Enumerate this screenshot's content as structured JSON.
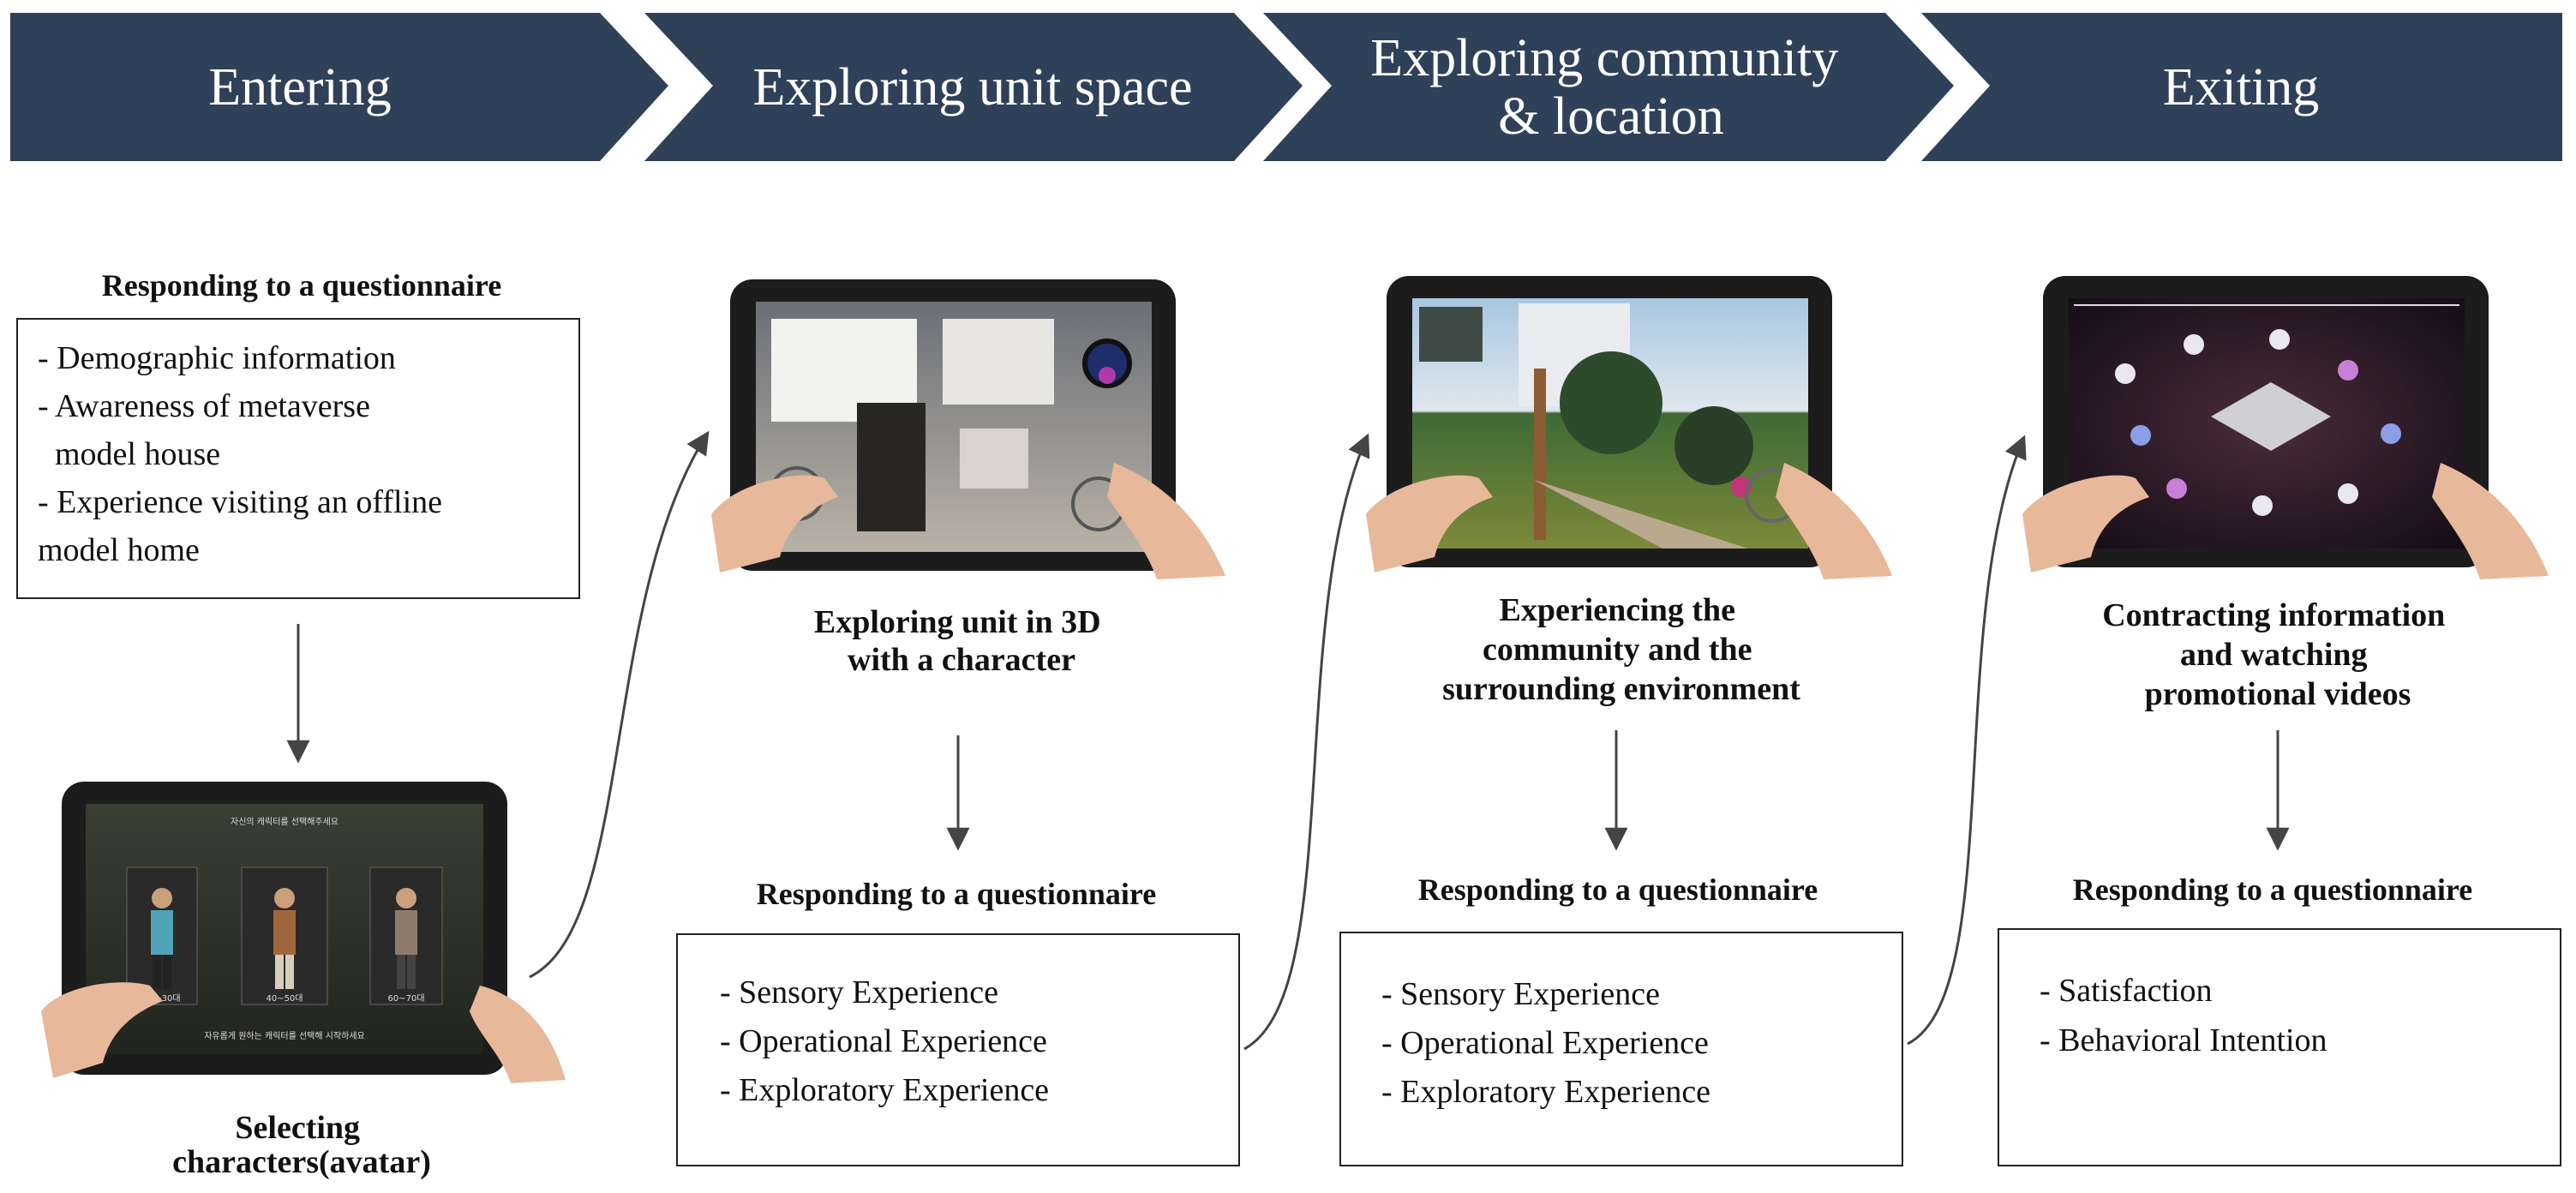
{
  "stages": [
    {
      "label_lines": [
        "Entering"
      ]
    },
    {
      "label_lines": [
        "Exploring unit space"
      ]
    },
    {
      "label_lines": [
        "Exploring community",
        "& location"
      ]
    },
    {
      "label_lines": [
        "Exiting"
      ]
    }
  ],
  "entering": {
    "heading": "Responding to a questionnaire",
    "box_lines": [
      "- Demographic  information",
      "- Awareness  of  metaverse",
      "  model house",
      "- Experience  visiting  an  offline",
      "model home"
    ],
    "caption_lines": [
      "Selecting",
      "characters(avatar)"
    ],
    "tablet": {
      "title": "자신의 캐릭터를 선택해주세요",
      "chars": [
        "20~30대",
        "40~50대",
        "60~70대"
      ],
      "footer": "자유롭게 원하는 캐릭터를 선택해 시작하세요"
    }
  },
  "unit": {
    "caption_lines": [
      "Exploring unit in 3D",
      "with a character"
    ],
    "heading": "Responding to a questionnaire",
    "box_lines": [
      "- Sensory  Experience",
      "- Operational  Experience",
      "- Exploratory  Experience"
    ]
  },
  "community": {
    "caption_lines": [
      "Experiencing the",
      "community and the",
      "surrounding environment"
    ],
    "heading": "Responding to a questionnaire",
    "box_lines": [
      "- Sensory  Experience",
      "- Operational  Experience",
      "- Exploratory  Experience"
    ]
  },
  "exiting": {
    "caption_lines": [
      "Contracting information",
      "and watching",
      "promotional videos"
    ],
    "heading": "Responding to a questionnaire",
    "box_lines": [
      "- Satisfaction",
      "- Behavioral  Intention"
    ]
  },
  "colors": {
    "banner": "#2f4159",
    "box_border": "#222222",
    "arrow": "#444444"
  }
}
